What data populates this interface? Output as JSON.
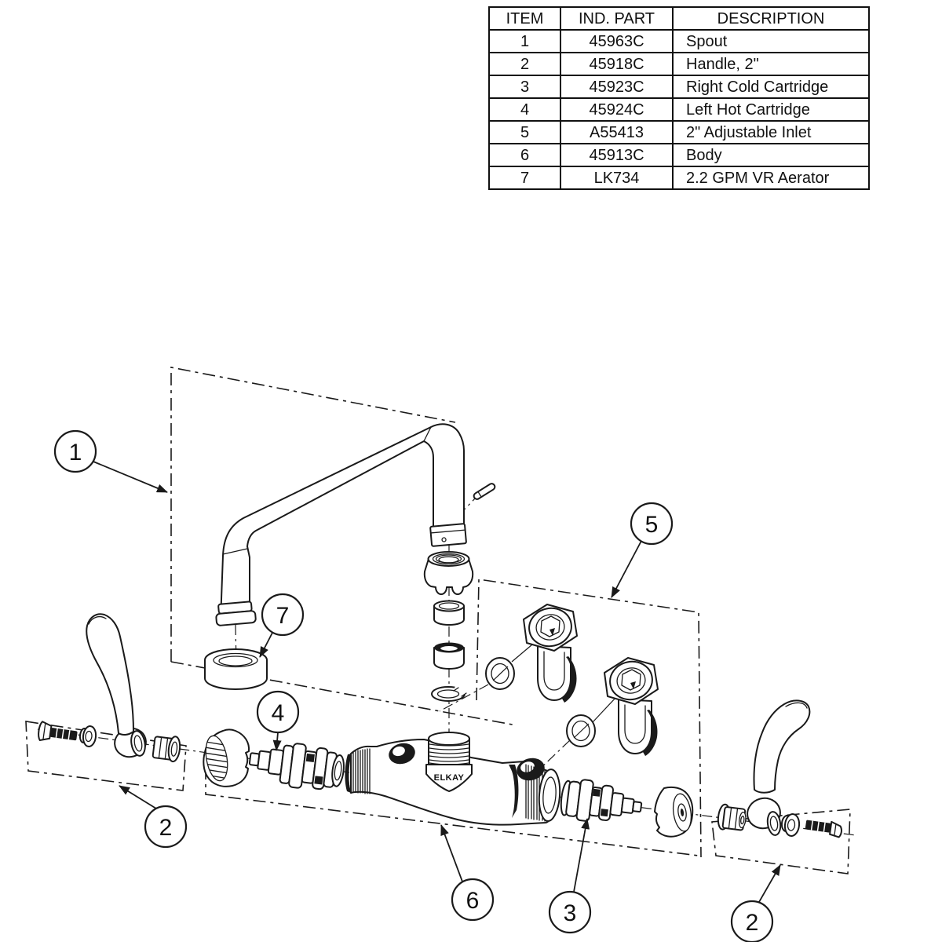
{
  "table": {
    "headers": [
      "ITEM",
      "IND. PART",
      "DESCRIPTION"
    ],
    "rows": [
      [
        "1",
        "45963C",
        "Spout"
      ],
      [
        "2",
        "45918C",
        "Handle, 2\""
      ],
      [
        "3",
        "45923C",
        "Right Cold Cartridge"
      ],
      [
        "4",
        "45924C",
        "Left Hot Cartridge"
      ],
      [
        "5",
        "A55413",
        "2\" Adjustable Inlet"
      ],
      [
        "6",
        "45913C",
        "Body"
      ],
      [
        "7",
        "LK734",
        "2.2 GPM VR Aerator"
      ]
    ]
  },
  "diagram": {
    "brand_label": "ELKAY",
    "callouts": [
      {
        "number": "1",
        "part": "Spout"
      },
      {
        "number": "7",
        "part": "2.2 GPM VR Aerator"
      },
      {
        "number": "5",
        "part": "2\" Adjustable Inlet"
      },
      {
        "number": "4",
        "part": "Left Hot Cartridge"
      },
      {
        "number": "2",
        "part": "Handle, 2\" (left)"
      },
      {
        "number": "6",
        "part": "Body"
      },
      {
        "number": "3",
        "part": "Right Cold Cartridge"
      },
      {
        "number": "2",
        "part": "Handle, 2\" (right)"
      }
    ]
  },
  "colors": {
    "line": "#1a1a1a",
    "background": "#ffffff"
  }
}
